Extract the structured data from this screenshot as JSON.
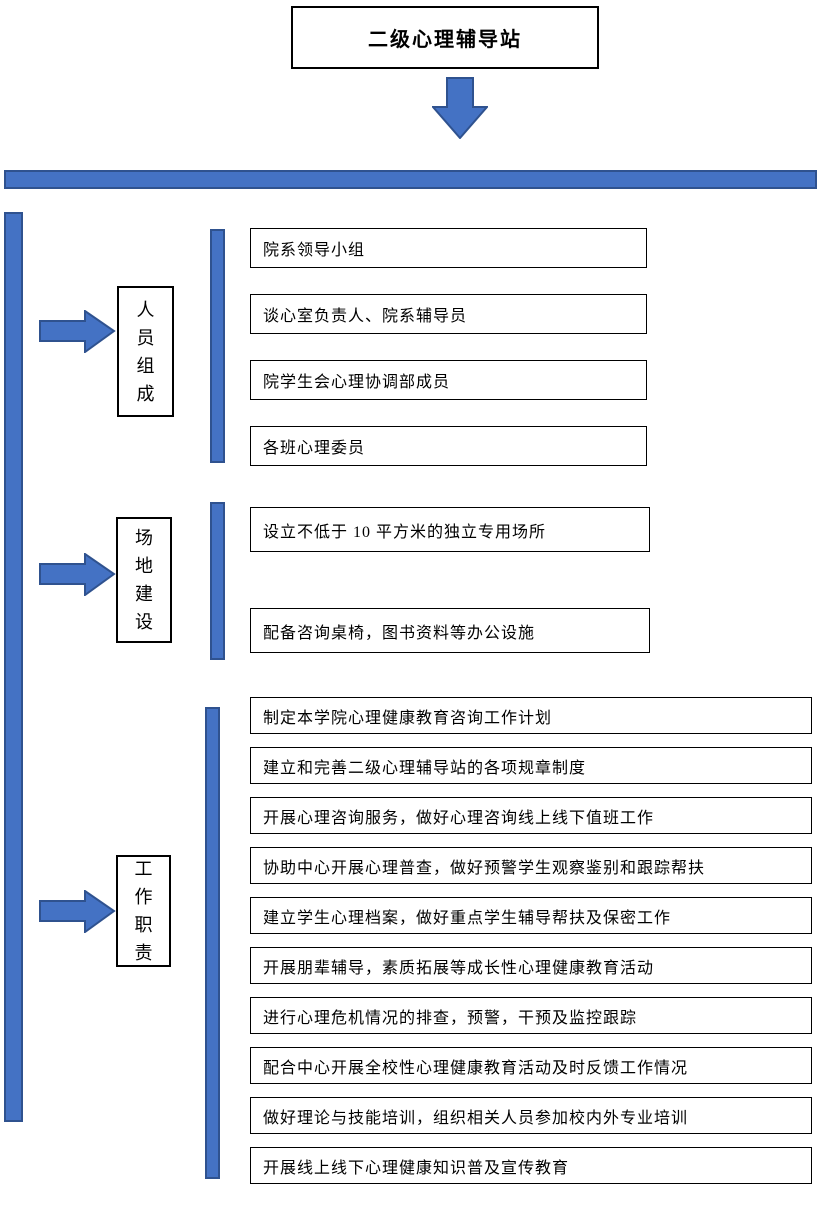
{
  "title": "二级心理辅导站",
  "colors": {
    "shape_fill": "#4472C4",
    "shape_border": "#2F528F",
    "box_border": "#000000"
  },
  "icons": {
    "down_arrow": "block-arrow-down",
    "right_arrow": "block-arrow-right"
  },
  "sections": [
    {
      "id": "personnel",
      "label": "人\n员\n组\n成",
      "items": [
        "院系领导小组",
        "谈心室负责人、院系辅导员",
        "院学生会心理协调部成员",
        "各班心理委员"
      ]
    },
    {
      "id": "venue",
      "label": "场\n地\n建\n设",
      "items": [
        "设立不低于 10 平方米的独立专用场所",
        "配备咨询桌椅，图书资料等办公设施"
      ]
    },
    {
      "id": "duties",
      "label": "工\n作\n职\n责",
      "items": [
        "制定本学院心理健康教育咨询工作计划",
        "建立和完善二级心理辅导站的各项规章制度",
        "开展心理咨询服务，做好心理咨询线上线下值班工作",
        "协助中心开展心理普查，做好预警学生观察鉴别和跟踪帮扶",
        "建立学生心理档案，做好重点学生辅导帮扶及保密工作",
        "开展朋辈辅导，素质拓展等成长性心理健康教育活动",
        "进行心理危机情况的排查，预警，干预及监控跟踪",
        "配合中心开展全校性心理健康教育活动及时反馈工作情况",
        "做好理论与技能培训，组织相关人员参加校内外专业培训",
        "开展线上线下心理健康知识普及宣传教育"
      ]
    }
  ]
}
